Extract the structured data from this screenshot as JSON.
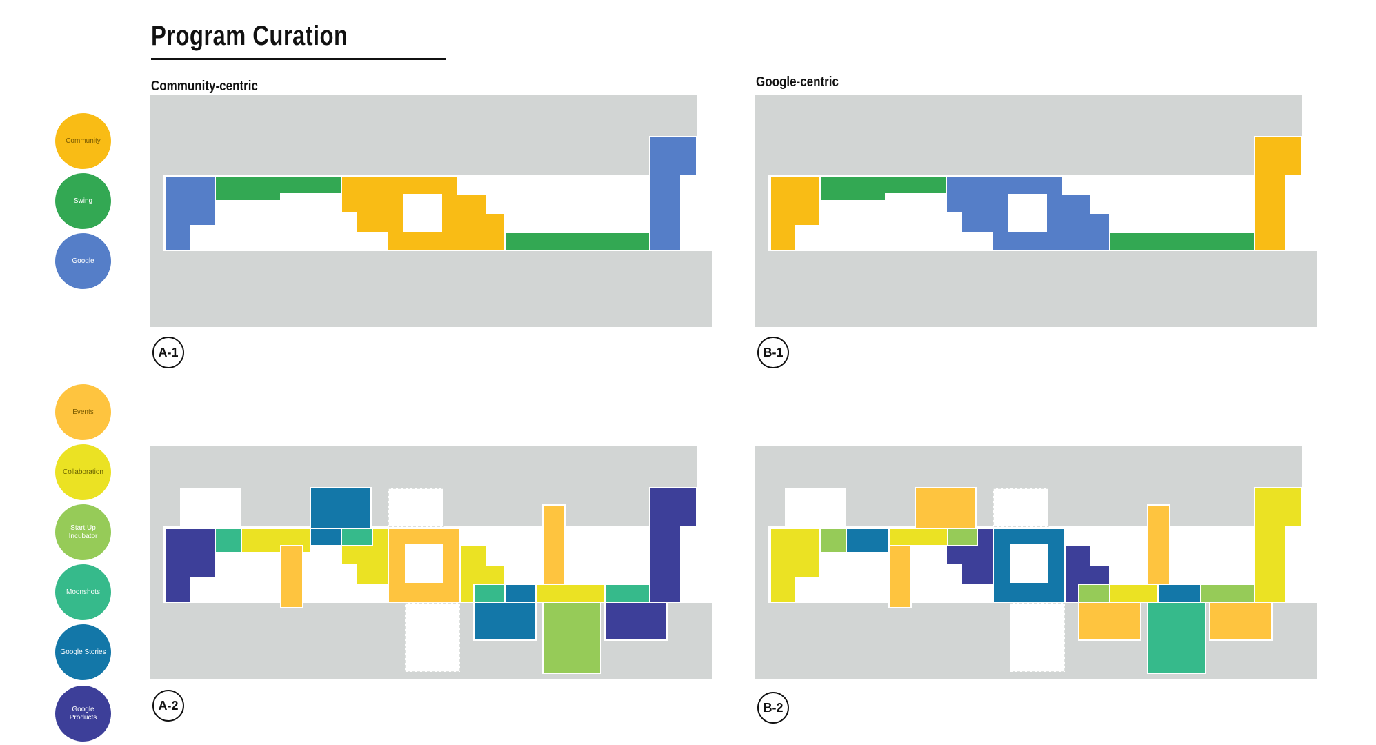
{
  "title": "Program Curation",
  "subtitles": {
    "community": "Community-centric",
    "google": "Google-centric"
  },
  "legend_top": [
    {
      "label": "Community",
      "color": "#F9BC15",
      "text_color": "#7a5a00"
    },
    {
      "label": "Swing",
      "color": "#33A853",
      "text_color": "#ffffff"
    },
    {
      "label": "Google",
      "color": "#557EC8",
      "text_color": "#ffffff"
    }
  ],
  "legend_bottom": [
    {
      "label": "Events",
      "color": "#FEC43F",
      "text_color": "#7a5a00"
    },
    {
      "label": "Collaboration",
      "color": "#EBE223",
      "text_color": "#6a6400"
    },
    {
      "label": "Start Up Incubator",
      "color": "#96CB58",
      "text_color": "#ffffff"
    },
    {
      "label": "Moonshots",
      "color": "#36BA8B",
      "text_color": "#ffffff"
    },
    {
      "label": "Google Stories",
      "color": "#1377A8",
      "text_color": "#ffffff"
    },
    {
      "label": "Google Products",
      "color": "#3D3F99",
      "text_color": "#ffffff"
    }
  ],
  "panel_tags": {
    "a1": "A-1",
    "b1": "B-1",
    "a2": "A-2",
    "b2": "B-2"
  }
}
